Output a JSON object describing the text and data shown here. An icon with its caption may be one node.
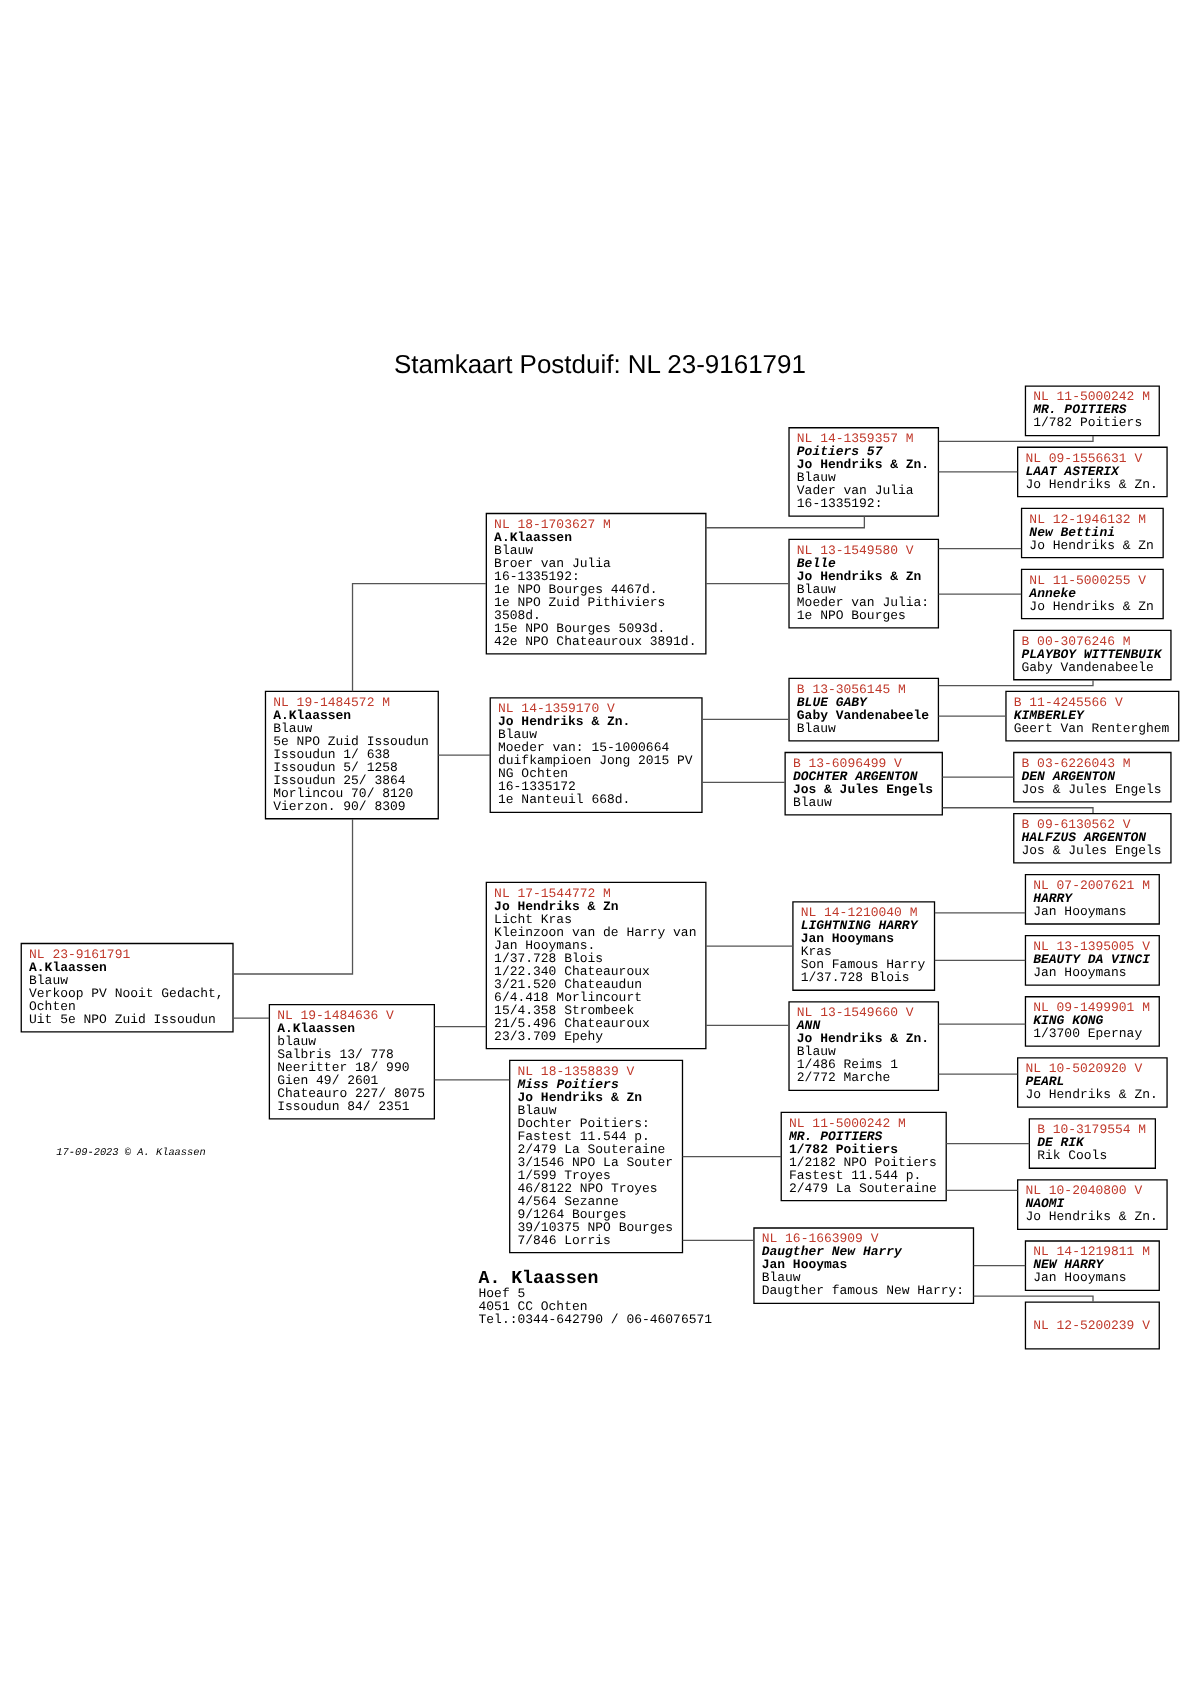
{
  "diagram": {
    "title": "Stamkaart Postduif: NL 23-9161791",
    "nodes": [
      {
        "text": [
          "NL 19-1484572 M",
          "A.Klaassen",
          "Blauw",
          "5e NPO Zuid Issoudun",
          "Issoudun 1/ 638",
          "Issoudun 5/ 1258",
          "Issoudun 25/ 3864",
          "Morlincou 70/ 8120",
          "Vierzon. 90/ 8309"
        ]
      },
      {
        "text": [
          "NL 23-9161791",
          "A.Klaassen",
          "Blauw",
          "Verkoop PV Nooit Gedacht, Ochten",
          "Uit 5e NPO Zuid Issoudun"
        ]
      },
      {
        "text": [
          "NL 19-1484636 V",
          "A.Klaassen",
          "blauw",
          "Salbris 13/ 778",
          "Neeritter 18/ 990",
          "Gien 49/ 2601",
          "Chateauro 227/ 8075",
          "Issoudun 84/ 2351"
        ]
      },
      {
        "text": [
          "NL 18-1703627 M",
          "A.Klaassen",
          "Blauw",
          "Broer van Julia 16-1335192:",
          "1e NPO Bourges 4467d.",
          "1e NPO Zuid Pithiviers 3508d.",
          "15e NPO Bourges 5093d.",
          "42e NPO Chateauroux 3891d."
        ]
      },
      {
        "text": [
          "NL 14-1359170 V",
          "Jo Hendriks & Zn.",
          "Blauw",
          "Moeder van: 15-1000664 duifkampioen Jong 2015 PV NG Ochten",
          "16-1335172",
          "1e Nanteuil 668d."
        ]
      },
      {
        "text": [
          "NL 17-1544772 M",
          "Jo Hendriks & Zn",
          "Licht Kras",
          "Kleinzoon van de Harry van Jan Hooymans.",
          "1/37.728 Blois",
          "1/22.340 Chateauroux",
          "3/21.520 Chateaudun",
          "6/4.418 Morlincourt",
          "15/4.358 Strombeek",
          "21/5.496 Chateauroux",
          "23/3.709 Epehy"
        ]
      },
      {
        "text": [
          "NL 18-1358839 V",
          "Miss Poitiers",
          "Jo Hendriks & Zn",
          "Blauw",
          "Dochter Poitiers:",
          "Fastest 11.544 p.",
          "2/479 La Souteraine",
          "3/1546 NPO La Souter",
          "1/599 Troyes",
          "46/8122 NPO Troyes",
          "4/564 Sezanne",
          "9/1264 Bourges",
          "39/10375 NPO Bourges",
          "7/846 Lorris"
        ]
      },
      {
        "text": [
          "NL 14-1359357 M",
          "Poitiers 57",
          "Jo Hendriks & Zn.",
          "Blauw",
          "Vader van Julia 16-1335192:"
        ]
      },
      {
        "text": [
          "NL 13-1549580 V",
          "Belle",
          "Jo Hendriks & Zn",
          "Blauw",
          "Moeder van Julia:",
          "1e NPO Bourges"
        ]
      },
      {
        "text": [
          "B 13-3056145 M",
          "BLUE GABY",
          "Gaby Vandenabeele",
          "Blauw"
        ]
      },
      {
        "text": [
          "B 13-6096499 V",
          "DOCHTER ARGENTON",
          "Jos & Jules Engels",
          "Blauw"
        ]
      },
      {
        "text": [
          "NL 14-1210040 M",
          "LIGHTNING HARRY",
          "Jan Hooymans",
          "Kras",
          "Son Famous Harry",
          "1/37.728 Blois"
        ]
      },
      {
        "text": [
          "NL 13-1549660 V",
          "ANN",
          "Jo Hendriks & Zn.",
          "Blauw",
          "1/486 Reims 1",
          "2/772 Marche"
        ]
      },
      {
        "text": [
          "NL 11-5000242 M",
          "MR. POITIERS",
          "1/782 Poitiers",
          "1/2182 NPO Poitiers",
          "Fastest 11.544 p.",
          "2/479 La Souteraine"
        ]
      },
      {
        "text": [
          "NL 16-1663909 V",
          "Daugther New Harry",
          "Jan Hooymas",
          "Blauw",
          "Daugther famous New Harry:"
        ]
      },
      {
        "text": [
          "NL 11-5000242 M",
          "MR. POITIERS",
          "1/782 Poitiers"
        ]
      },
      {
        "text": [
          "NL 09-1556631 V",
          "LAAT ASTERIX",
          "Jo Hendriks & Zn."
        ]
      },
      {
        "text": [
          "NL 12-1946132 M",
          "New Bettini",
          "Jo Hendriks & Zn"
        ]
      },
      {
        "text": [
          "NL 11-5000255 V",
          "Anneke",
          "Jo Hendriks & Zn"
        ]
      },
      {
        "text": [
          "B 00-3076246 M",
          "PLAYBOY WITTENBUIK",
          "Gaby Vandenabeele"
        ]
      },
      {
        "text": [
          "B 11-4245566 V",
          "KIMBERLEY",
          "Geert Van Renterghem"
        ]
      },
      {
        "text": [
          "B 03-6226043 M",
          "DEN ARGENTON",
          "Jos & Jules Engels"
        ]
      },
      {
        "text": [
          "B 09-6130562 V",
          "HALFZUS ARGENTON",
          "Jos & Jules Engels"
        ]
      },
      {
        "text": [
          "NL 07-2007621 M",
          "HARRY",
          "Jan Hooymans"
        ]
      },
      {
        "text": [
          "NL 13-1395005 V",
          "BEAUTY DA VINCI",
          "Jan Hooymans"
        ]
      },
      {
        "text": [
          "NL 09-1499901 M",
          "KING KONG",
          "1/3700 Epernay"
        ]
      },
      {
        "text": [
          "NL 10-5020920 V",
          "PEARL",
          "Jo Hendriks & Zn."
        ]
      },
      {
        "text": [
          "B 10-3179554 M",
          "DE RIK",
          "Rik Cools"
        ]
      },
      {
        "text": [
          "NL 10-2040800 V",
          "NAOMI",
          "Jo Hendriks & Zn."
        ]
      },
      {
        "text": [
          "NL 14-1219811 M",
          "NEW HARRY",
          "Jan Hooymans"
        ]
      },
      {
        "text": [
          "NL 12-5200239 V"
        ]
      }
    ],
    "edges": [
      {
        "from": 1,
        "to": 0,
        "arrow": "none"
      },
      {
        "from": 1,
        "to": 2,
        "arrow": "none"
      },
      {
        "from": 0,
        "to": 3,
        "arrow": "none"
      },
      {
        "from": 0,
        "to": 4,
        "arrow": "none"
      },
      {
        "from": 2,
        "to": 5,
        "arrow": "none"
      },
      {
        "from": 2,
        "to": 6,
        "arrow": "none"
      },
      {
        "from": 3,
        "to": 7,
        "arrow": "none"
      },
      {
        "from": 3,
        "to": 8,
        "arrow": "none"
      },
      {
        "from": 4,
        "to": 9,
        "arrow": "none"
      },
      {
        "from": 4,
        "to": 10,
        "arrow": "none"
      },
      {
        "from": 5,
        "to": 11,
        "arrow": "none"
      },
      {
        "from": 5,
        "to": 12,
        "arrow": "none"
      },
      {
        "from": 6,
        "to": 13,
        "arrow": "none"
      },
      {
        "from": 6,
        "to": 14,
        "arrow": "none"
      },
      {
        "from": 7,
        "to": 15,
        "arrow": "none"
      },
      {
        "from": 7,
        "to": 16,
        "arrow": "none"
      },
      {
        "from": 8,
        "to": 17,
        "arrow": "none"
      },
      {
        "from": 8,
        "to": 18,
        "arrow": "none"
      },
      {
        "from": 9,
        "to": 19,
        "arrow": "none"
      },
      {
        "from": 9,
        "to": 20,
        "arrow": "none"
      },
      {
        "from": 10,
        "to": 21,
        "arrow": "none"
      },
      {
        "from": 10,
        "to": 22,
        "arrow": "none"
      },
      {
        "from": 11,
        "to": 23,
        "arrow": "none"
      },
      {
        "from": 11,
        "to": 24,
        "arrow": "none"
      },
      {
        "from": 12,
        "to": 25,
        "arrow": "none"
      },
      {
        "from": 12,
        "to": 26,
        "arrow": "none"
      },
      {
        "from": 13,
        "to": 27,
        "arrow": "none"
      },
      {
        "from": 13,
        "to": 28,
        "arrow": "none"
      },
      {
        "from": 14,
        "to": 29,
        "arrow": "none"
      },
      {
        "from": 14,
        "to": 30,
        "arrow": "none"
      }
    ],
    "labels": [
      "A. Klaassen",
      "Hoef 5",
      "4051 CC Ochten",
      "Tel.:0344-642790 / 06-46076571",
      "17-09-2023 © A. Klaassen"
    ]
  }
}
